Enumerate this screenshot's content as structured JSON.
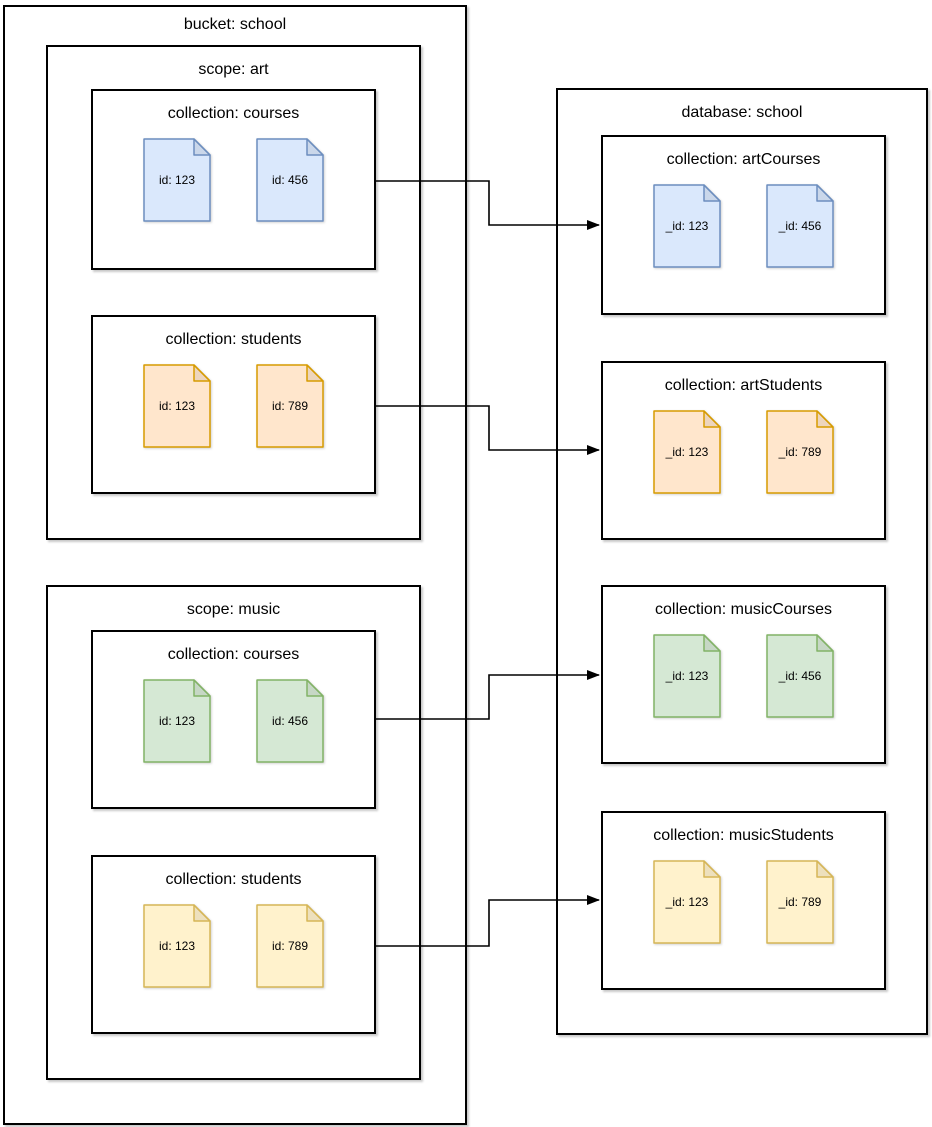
{
  "bucket": {
    "title": "bucket: school",
    "scopes": [
      {
        "title": "scope: art",
        "collections": [
          {
            "title": "collection: courses",
            "color": "blue",
            "docs": [
              "id: 123",
              "id: 456"
            ]
          },
          {
            "title": "collection: students",
            "color": "orange",
            "docs": [
              "id: 123",
              "id: 789"
            ]
          }
        ]
      },
      {
        "title": "scope: music",
        "collections": [
          {
            "title": "collection: courses",
            "color": "green",
            "docs": [
              "id: 123",
              "id: 456"
            ]
          },
          {
            "title": "collection: students",
            "color": "yellow",
            "docs": [
              "id: 123",
              "id: 789"
            ]
          }
        ]
      }
    ]
  },
  "database": {
    "title": "database: school",
    "collections": [
      {
        "title": "collection: artCourses",
        "color": "blue",
        "docs": [
          "_id: 123",
          "_id: 456"
        ]
      },
      {
        "title": "collection: artStudents",
        "color": "orange",
        "docs": [
          "_id: 123",
          "_id: 789"
        ]
      },
      {
        "title": "collection: musicCourses",
        "color": "green",
        "docs": [
          "_id: 123",
          "_id: 456"
        ]
      },
      {
        "title": "collection: musicStudents",
        "color": "yellow",
        "docs": [
          "_id: 123",
          "_id: 789"
        ]
      }
    ]
  },
  "colors": {
    "blue": {
      "fill": "#dae8fc",
      "stroke": "#6c8ebf"
    },
    "orange": {
      "fill": "#ffe6cc",
      "stroke": "#d79b00"
    },
    "green": {
      "fill": "#d5e8d4",
      "stroke": "#82b366"
    },
    "yellow": {
      "fill": "#fff2cc",
      "stroke": "#d6b656"
    },
    "line": "#000000"
  }
}
